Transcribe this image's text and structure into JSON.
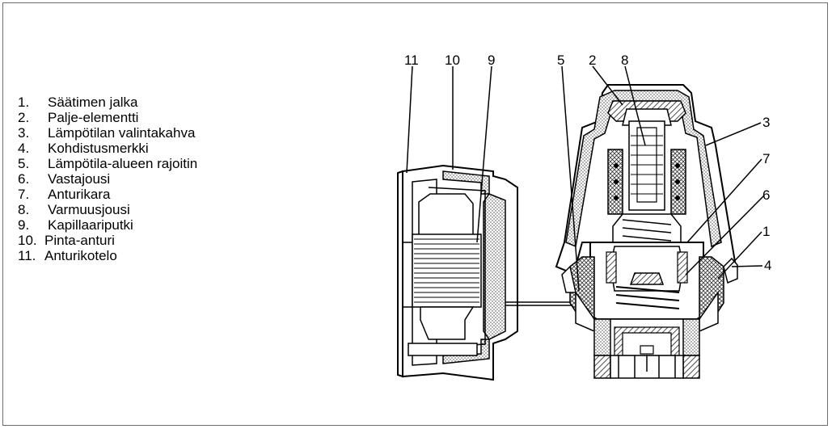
{
  "legend": [
    {
      "num": "1.",
      "label": "Säätimen jalka"
    },
    {
      "num": "2.",
      "label": "Palje-elementti"
    },
    {
      "num": "3.",
      "label": "Lämpötilan valintakahva"
    },
    {
      "num": "4.",
      "label": "Kohdistusmerkki"
    },
    {
      "num": "5.",
      "label": "Lämpötila-alueen rajoitin"
    },
    {
      "num": "6.",
      "label": "Vastajousi"
    },
    {
      "num": "7.",
      "label": "Anturikara"
    },
    {
      "num": "8.",
      "label": "Varmuusjousi"
    },
    {
      "num": "9.",
      "label": "Kapillaariputki"
    },
    {
      "num": "10.",
      "label": "Pinta-anturi"
    },
    {
      "num": "11.",
      "label": "Anturikotelo"
    }
  ],
  "callouts": {
    "c11": "11",
    "c10": "10",
    "c9": "9",
    "c5": "5",
    "c2": "2",
    "c8": "8",
    "c3": "3",
    "c7": "7",
    "c6": "6",
    "c1": "1",
    "c4": "4"
  },
  "colors": {
    "line": "#000000",
    "frame": "#6e6e6e",
    "hatch": "#555555",
    "background": "#ffffff"
  }
}
